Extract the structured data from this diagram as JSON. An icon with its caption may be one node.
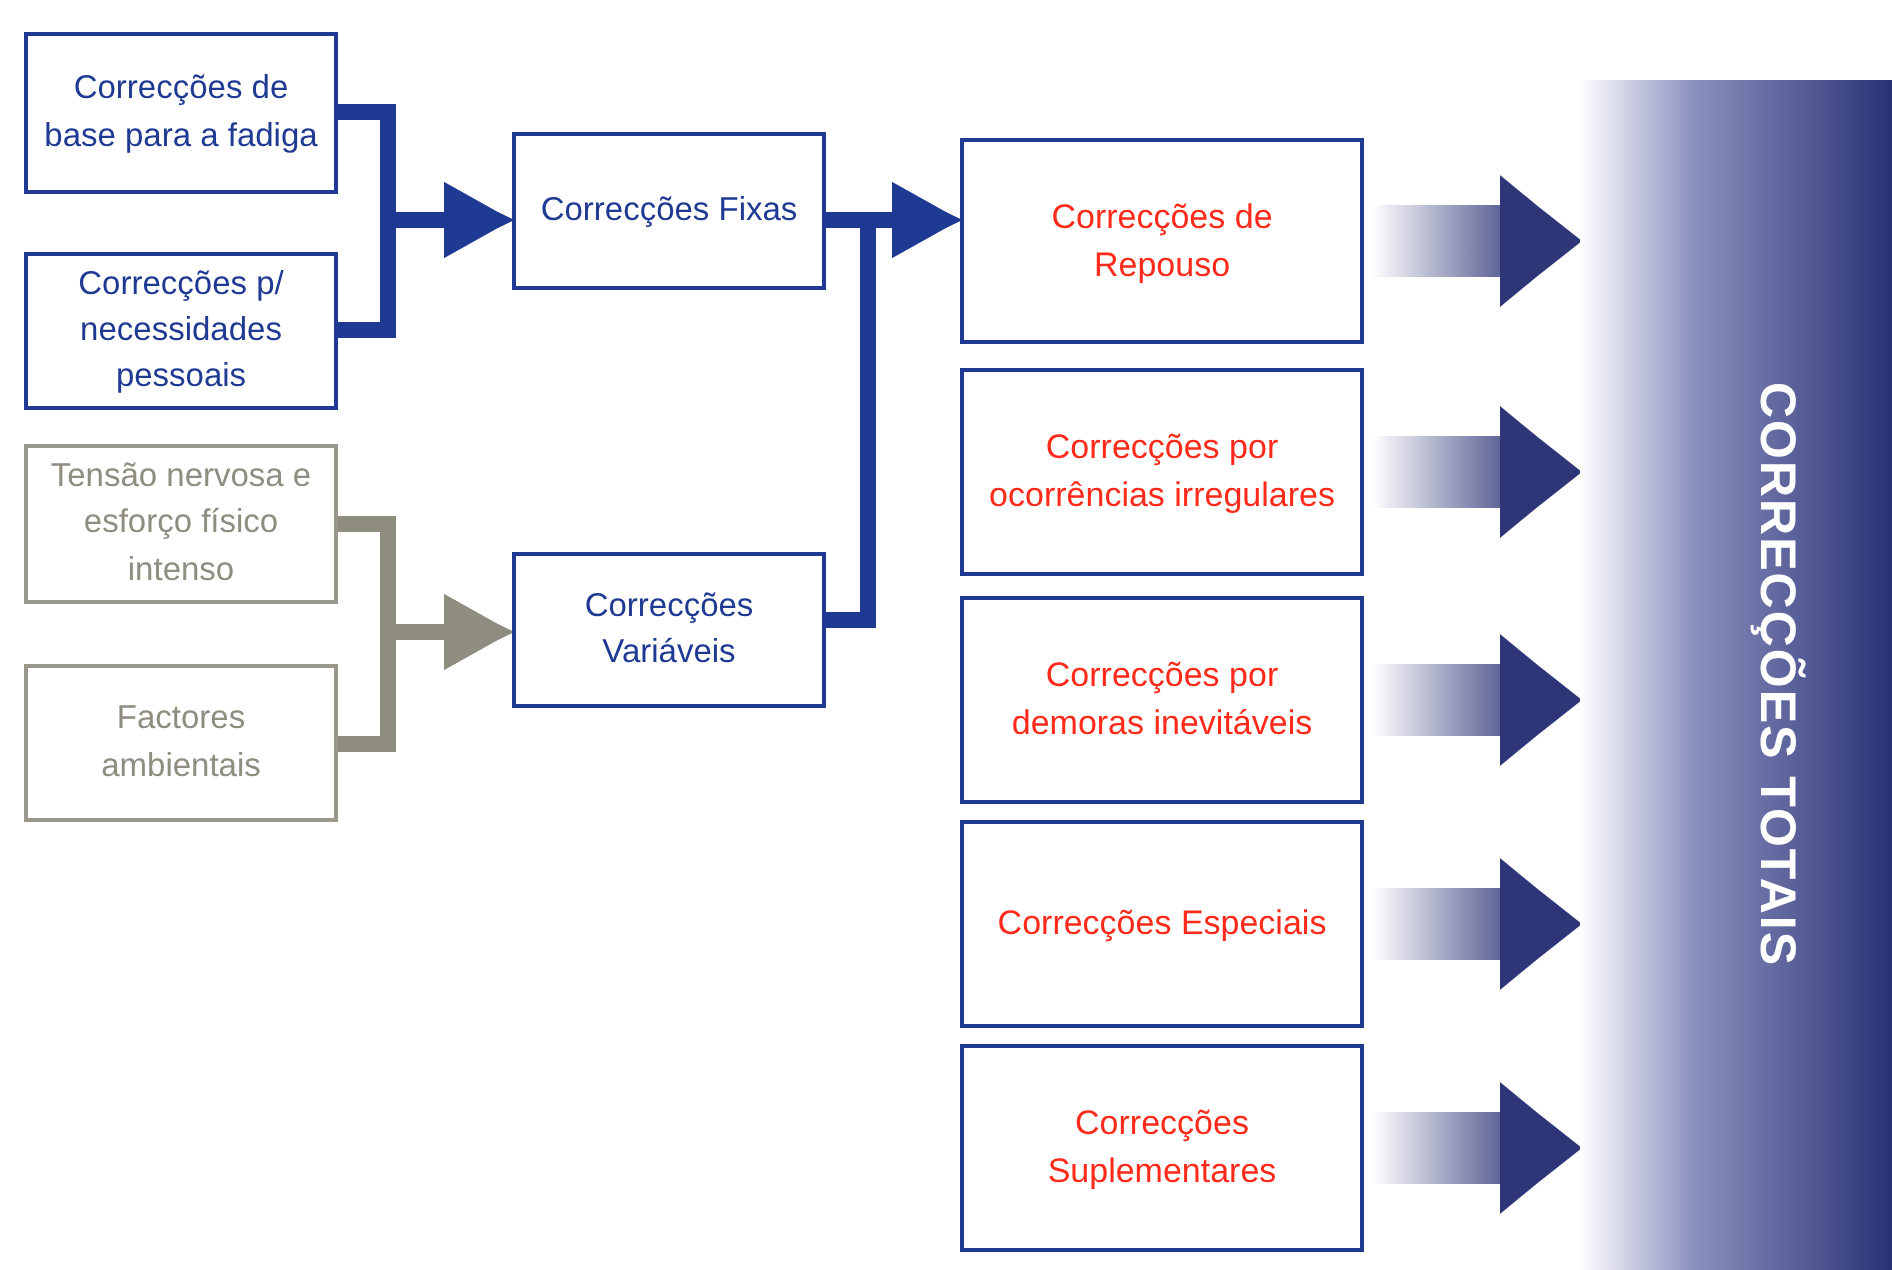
{
  "diagram": {
    "nodes": [
      {
        "text": [
          "Correcções de base para a fadiga"
        ]
      },
      {
        "text": [
          "Correcções p/ necessidades pessoais"
        ]
      },
      {
        "text": [
          "Tensão nervosa e esforço físico intenso"
        ]
      },
      {
        "text": [
          "Factores ambientais"
        ]
      },
      {
        "text": [
          "Correcções Fixas"
        ]
      },
      {
        "text": [
          "Correcções Variáveis"
        ]
      },
      {
        "text": [
          "Correcções de Repouso"
        ]
      },
      {
        "text": [
          "Correcções por ocorrências irregulares"
        ]
      },
      {
        "text": [
          "Correcções por demoras inevitáveis"
        ]
      },
      {
        "text": [
          "Correcções Especiais"
        ]
      },
      {
        "text": [
          "Correcções Suplementares"
        ]
      },
      {
        "text": [
          "CORRECÇÕES TOTAIS"
        ]
      }
    ],
    "edges": [
      {
        "from": 0,
        "to": 4,
        "arrow": "to"
      },
      {
        "from": 1,
        "to": 4,
        "arrow": "to"
      },
      {
        "from": 2,
        "to": 5,
        "arrow": "to",
        "color": "#8f8c80"
      },
      {
        "from": 3,
        "to": 5,
        "arrow": "to",
        "color": "#8f8c80"
      },
      {
        "from": 4,
        "to": 6,
        "arrow": "to"
      },
      {
        "from": 5,
        "to": 6,
        "arrow": "to"
      },
      {
        "from": 6,
        "to": 11,
        "arrow": "to",
        "style": "thick",
        "color": "#2e3678"
      },
      {
        "from": 7,
        "to": 11,
        "arrow": "to",
        "style": "thick",
        "color": "#2e3678"
      },
      {
        "from": 8,
        "to": 11,
        "arrow": "to",
        "style": "thick",
        "color": "#2e3678"
      },
      {
        "from": 9,
        "to": 11,
        "arrow": "to",
        "style": "thick",
        "color": "#2e3678"
      },
      {
        "from": 10,
        "to": 11,
        "arrow": "to",
        "style": "thick",
        "color": "#2e3678"
      }
    ]
  }
}
